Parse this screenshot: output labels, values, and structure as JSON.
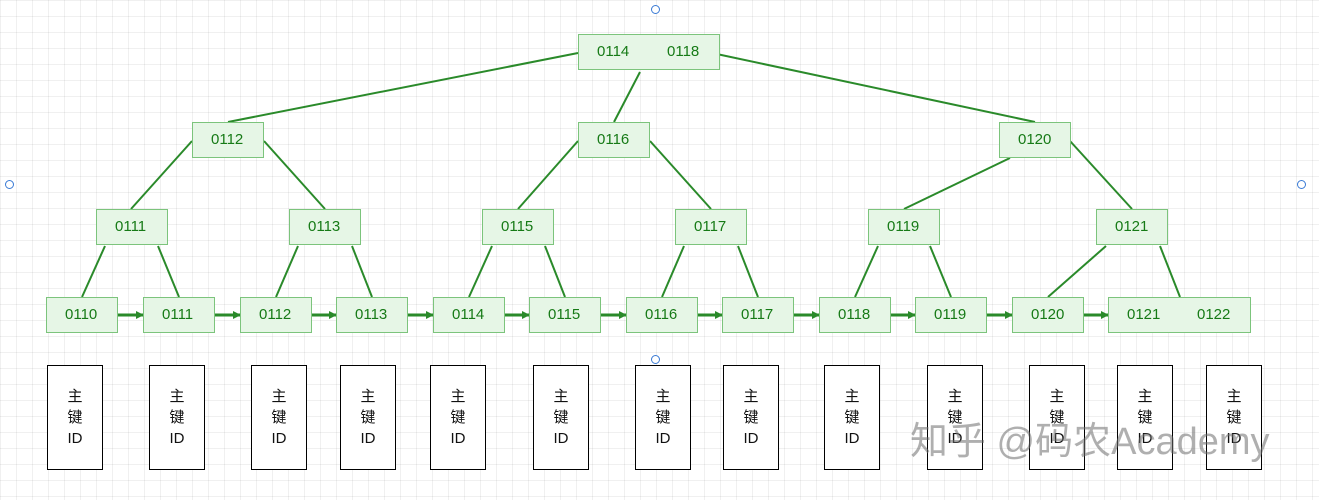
{
  "colors": {
    "node_fill": "#e6f6e6",
    "node_border": "#7cc47c",
    "edge": "#2a8a2a",
    "text": "#167a16"
  },
  "tree": {
    "root": [
      "0114",
      "0118"
    ],
    "level1": [
      "0112",
      "0116",
      "0120"
    ],
    "level2": [
      "0111",
      "0113",
      "0115",
      "0117",
      "0119",
      "0121"
    ],
    "leaves": [
      [
        "0110"
      ],
      [
        "0111"
      ],
      [
        "0112"
      ],
      [
        "0113"
      ],
      [
        "0114"
      ],
      [
        "0115"
      ],
      [
        "0116"
      ],
      [
        "0117"
      ],
      [
        "0118"
      ],
      [
        "0119"
      ],
      [
        "0120"
      ],
      [
        "0121",
        "0122"
      ]
    ]
  },
  "primary_key_boxes": [
    [
      "主",
      "键",
      "ID"
    ],
    [
      "主",
      "键",
      "ID"
    ],
    [
      "主",
      "键",
      "ID"
    ],
    [
      "主",
      "键",
      "ID"
    ],
    [
      "主",
      "键",
      "ID"
    ],
    [
      "主",
      "键",
      "ID"
    ],
    [
      "主",
      "键",
      "ID"
    ],
    [
      "主",
      "键",
      "ID"
    ],
    [
      "主",
      "键",
      "ID"
    ],
    [
      "主",
      "键",
      "ID"
    ],
    [
      "主",
      "键",
      "ID"
    ],
    [
      "主",
      "键",
      "ID"
    ],
    [
      "主",
      "键",
      "ID"
    ]
  ],
  "watermark": "知乎 @码农Academy"
}
